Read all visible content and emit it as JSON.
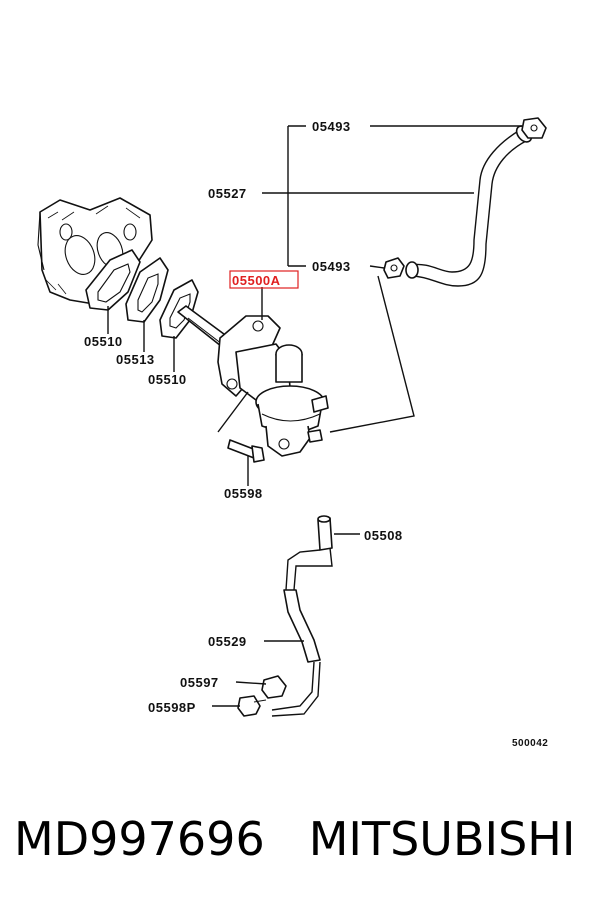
{
  "highlight_color": "#e02020",
  "labels": {
    "p05493_top": "05493",
    "p05527": "05527",
    "p05493_mid": "05493",
    "p05500A": "05500A",
    "p05510_a": "05510",
    "p05513": "05513",
    "p05510_b": "05510",
    "p05598": "05598",
    "p05508": "05508",
    "p05529": "05529",
    "p05597": "05597",
    "p05598P": "05598P"
  },
  "figure_number": "500042",
  "footer": {
    "part_number": "MD997696",
    "brand": "MITSUBISHI"
  }
}
